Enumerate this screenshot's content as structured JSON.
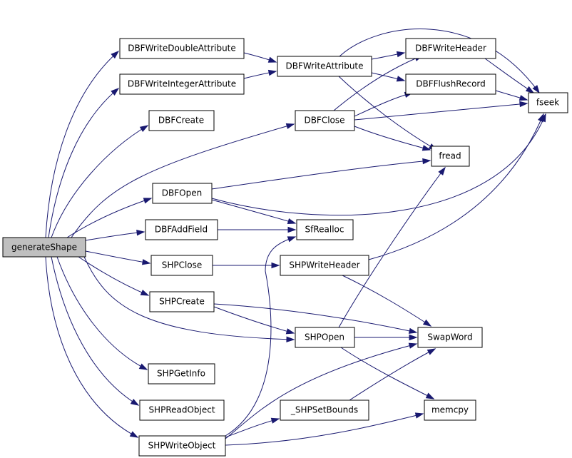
{
  "graph": {
    "type": "call-graph",
    "root": "generateShape",
    "nodes": {
      "generateShape": "generateShape",
      "DBFWriteDoubleAttribute": "DBFWriteDoubleAttribute",
      "DBFWriteIntegerAttribute": "DBFWriteIntegerAttribute",
      "DBFCreate": "DBFCreate",
      "DBFOpen": "DBFOpen",
      "DBFAddField": "DBFAddField",
      "SHPClose": "SHPClose",
      "SHPCreate": "SHPCreate",
      "SHPGetInfo": "SHPGetInfo",
      "SHPReadObject": "SHPReadObject",
      "SHPWriteObject": "SHPWriteObject",
      "DBFWriteAttribute": "DBFWriteAttribute",
      "DBFClose": "DBFClose",
      "SfRealloc": "SfRealloc",
      "SHPWriteHeader": "SHPWriteHeader",
      "SHPOpen": "SHPOpen",
      "_SHPSetBounds": "_SHPSetBounds",
      "DBFWriteHeader": "DBFWriteHeader",
      "DBFFlushRecord": "DBFFlushRecord",
      "fread": "fread",
      "SwapWord": "SwapWord",
      "memcpy": "memcpy",
      "fseek": "fseek"
    },
    "edges": [
      [
        "generateShape",
        "DBFWriteDoubleAttribute"
      ],
      [
        "generateShape",
        "DBFWriteIntegerAttribute"
      ],
      [
        "generateShape",
        "DBFCreate"
      ],
      [
        "generateShape",
        "DBFClose"
      ],
      [
        "generateShape",
        "DBFOpen"
      ],
      [
        "generateShape",
        "DBFAddField"
      ],
      [
        "generateShape",
        "SHPClose"
      ],
      [
        "generateShape",
        "SHPCreate"
      ],
      [
        "generateShape",
        "SHPOpen"
      ],
      [
        "generateShape",
        "SHPGetInfo"
      ],
      [
        "generateShape",
        "SHPReadObject"
      ],
      [
        "generateShape",
        "SHPWriteObject"
      ],
      [
        "DBFWriteDoubleAttribute",
        "DBFWriteAttribute"
      ],
      [
        "DBFWriteIntegerAttribute",
        "DBFWriteAttribute"
      ],
      [
        "DBFWriteAttribute",
        "DBFWriteHeader"
      ],
      [
        "DBFWriteAttribute",
        "DBFFlushRecord"
      ],
      [
        "DBFWriteAttribute",
        "fread"
      ],
      [
        "DBFWriteAttribute",
        "fseek"
      ],
      [
        "DBFClose",
        "DBFWriteHeader"
      ],
      [
        "DBFClose",
        "DBFFlushRecord"
      ],
      [
        "DBFClose",
        "fread"
      ],
      [
        "DBFClose",
        "fseek"
      ],
      [
        "DBFWriteHeader",
        "fseek"
      ],
      [
        "DBFFlushRecord",
        "fseek"
      ],
      [
        "DBFOpen",
        "fread"
      ],
      [
        "DBFOpen",
        "fseek"
      ],
      [
        "DBFOpen",
        "SfRealloc"
      ],
      [
        "DBFAddField",
        "SfRealloc"
      ],
      [
        "SHPClose",
        "SHPWriteHeader"
      ],
      [
        "SHPWriteHeader",
        "fseek"
      ],
      [
        "SHPWriteHeader",
        "SwapWord"
      ],
      [
        "SHPCreate",
        "SHPOpen"
      ],
      [
        "SHPCreate",
        "SwapWord"
      ],
      [
        "SHPOpen",
        "fread"
      ],
      [
        "SHPOpen",
        "SwapWord"
      ],
      [
        "SHPOpen",
        "memcpy"
      ],
      [
        "SHPWriteObject",
        "SfRealloc"
      ],
      [
        "SHPWriteObject",
        "_SHPSetBounds"
      ],
      [
        "SHPWriteObject",
        "SwapWord"
      ],
      [
        "SHPWriteObject",
        "memcpy"
      ],
      [
        "_SHPSetBounds",
        "SwapWord"
      ]
    ]
  },
  "colors": {
    "edge": "#191970",
    "root_fill": "#bfbfbf",
    "node_fill": "#ffffff",
    "node_border": "#000000"
  }
}
